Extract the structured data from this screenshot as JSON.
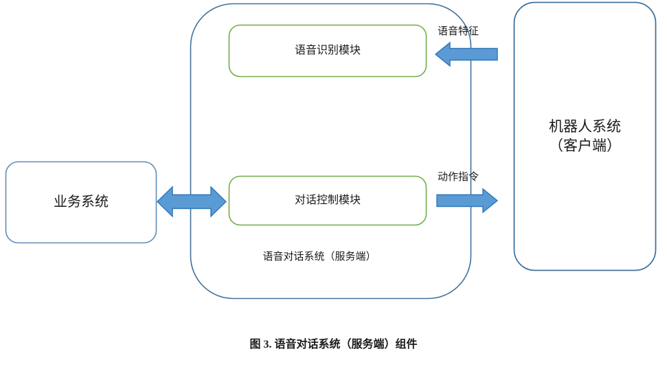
{
  "figure": {
    "caption": "图 3. 语音对话系统（服务端）组件",
    "colors": {
      "box_border_blue": "#41719C",
      "module_border_green": "#70AD47",
      "arrow_fill": "#5B9BD5",
      "arrow_border": "#2E75B6",
      "text": "#1A1A1A",
      "background": "#FFFFFF"
    }
  },
  "nodes": {
    "business_system": {
      "label": "业务系统"
    },
    "server_container": {
      "label": "语音对话系统（服务端）"
    },
    "asr_module": {
      "label": "语音识别模块"
    },
    "dialog_module": {
      "label": "对话控制模块"
    },
    "robot_system": {
      "label": "机器人系统\n（客户端）"
    }
  },
  "edges": {
    "speech_feature": {
      "label": "语音特征",
      "direction": "right-to-left"
    },
    "action_command": {
      "label": "动作指令",
      "direction": "left-to-right"
    },
    "business_link": {
      "label": "",
      "direction": "bidirectional"
    }
  }
}
